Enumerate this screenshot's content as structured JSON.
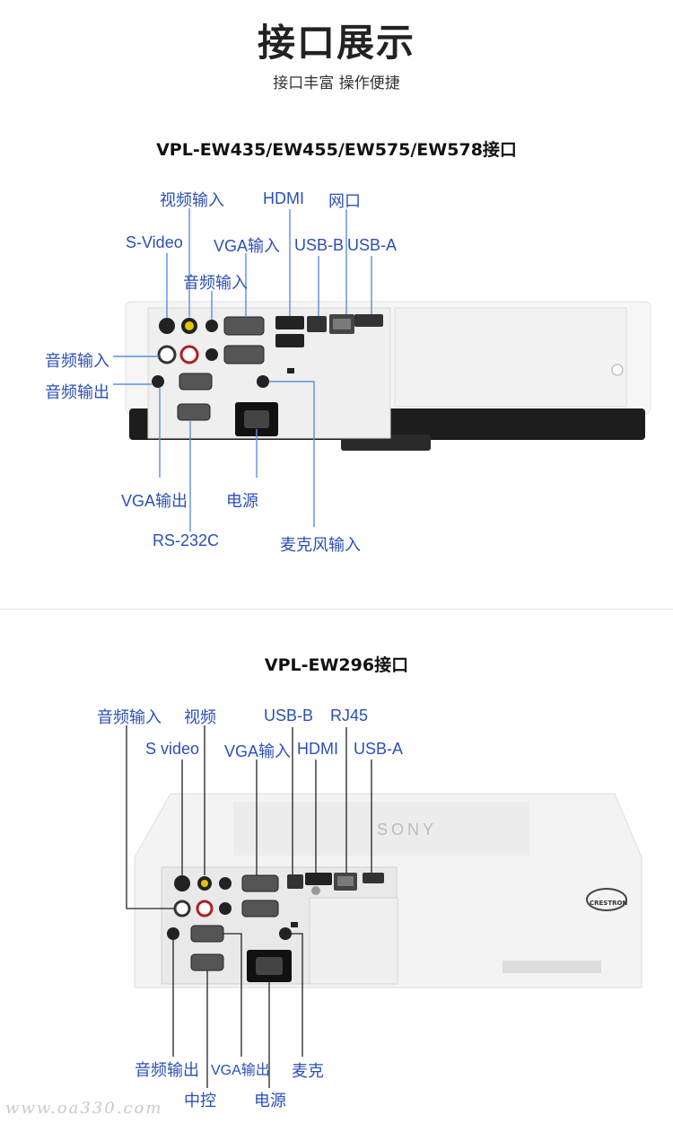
{
  "header": {
    "title": "接口展示",
    "subtitle": "接口丰富 操作便捷"
  },
  "section1": {
    "model": "VPL-EW435/EW455/EW575/EW578接口",
    "labels": {
      "video_in": "视频输入",
      "hdmi": "HDMI",
      "lan": "网口",
      "svideo": "S-Video",
      "vga_in": "VGA输入",
      "usb_b": "USB-B",
      "usb_a": "USB-A",
      "audio_in_top": "音频输入",
      "audio_in_left": "音频输入",
      "audio_out": "音频输出",
      "vga_out": "VGA输出",
      "power": "电源",
      "rs232c": "RS-232C",
      "mic_in": "麦克风输入"
    }
  },
  "section2": {
    "model": "VPL-EW296接口",
    "brand": "SONY",
    "crestron": "CRESTRON",
    "labels": {
      "audio_in": "音频输入",
      "video": "视频",
      "usb_b": "USB-B",
      "rj45": "RJ45",
      "svideo": "S video",
      "vga_in": "VGA输入",
      "hdmi": "HDMI",
      "usb_a": "USB-A",
      "audio_out": "音频输出",
      "vga_out": "VGA输出",
      "mic": "麦克",
      "control": "中控",
      "power": "电源"
    }
  },
  "watermark": "www.oa330.com"
}
